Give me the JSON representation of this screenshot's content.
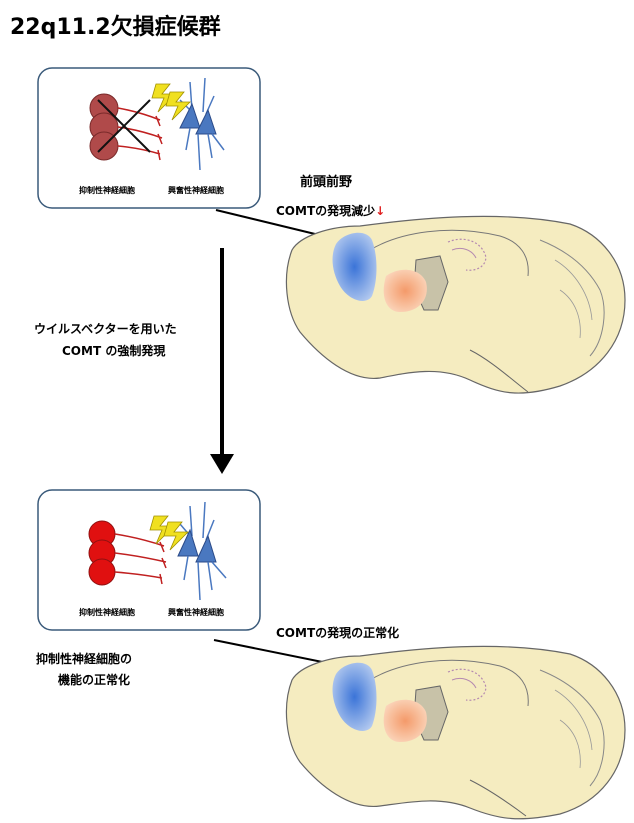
{
  "title": "22q11.2欠損症候群",
  "top_panel": {
    "inhibitory_label": "抑制性神経細胞",
    "excitatory_label": "興奮性神経細胞"
  },
  "bottom_panel": {
    "inhibitory_label": "抑制性神経細胞",
    "excitatory_label": "興奮性神経細胞"
  },
  "brain_top": {
    "region_label": "前頭前野",
    "expression_label": "COMTの発現減少",
    "down_arrow_glyph": "↓"
  },
  "intervention": {
    "line1": "ウイルスベクターを用いた",
    "line2": "COMT の強制発現"
  },
  "brain_bottom": {
    "expression_label": "COMTの発現の正常化"
  },
  "outcome": {
    "line1": "抑制性神経細胞の",
    "line2": "機能の正常化"
  },
  "colors": {
    "neuron_top": "#b04a4a",
    "neuron_bottom": "#e01010",
    "pyramidal": "#4a78c0",
    "lightning": "#f0e020",
    "brain_fill": "#f5ecc0",
    "prefrontal": "#5b8fd8",
    "striatum": "#f4b48a",
    "thalamus": "#c8c2a8",
    "down_arrow": "#e02020"
  }
}
